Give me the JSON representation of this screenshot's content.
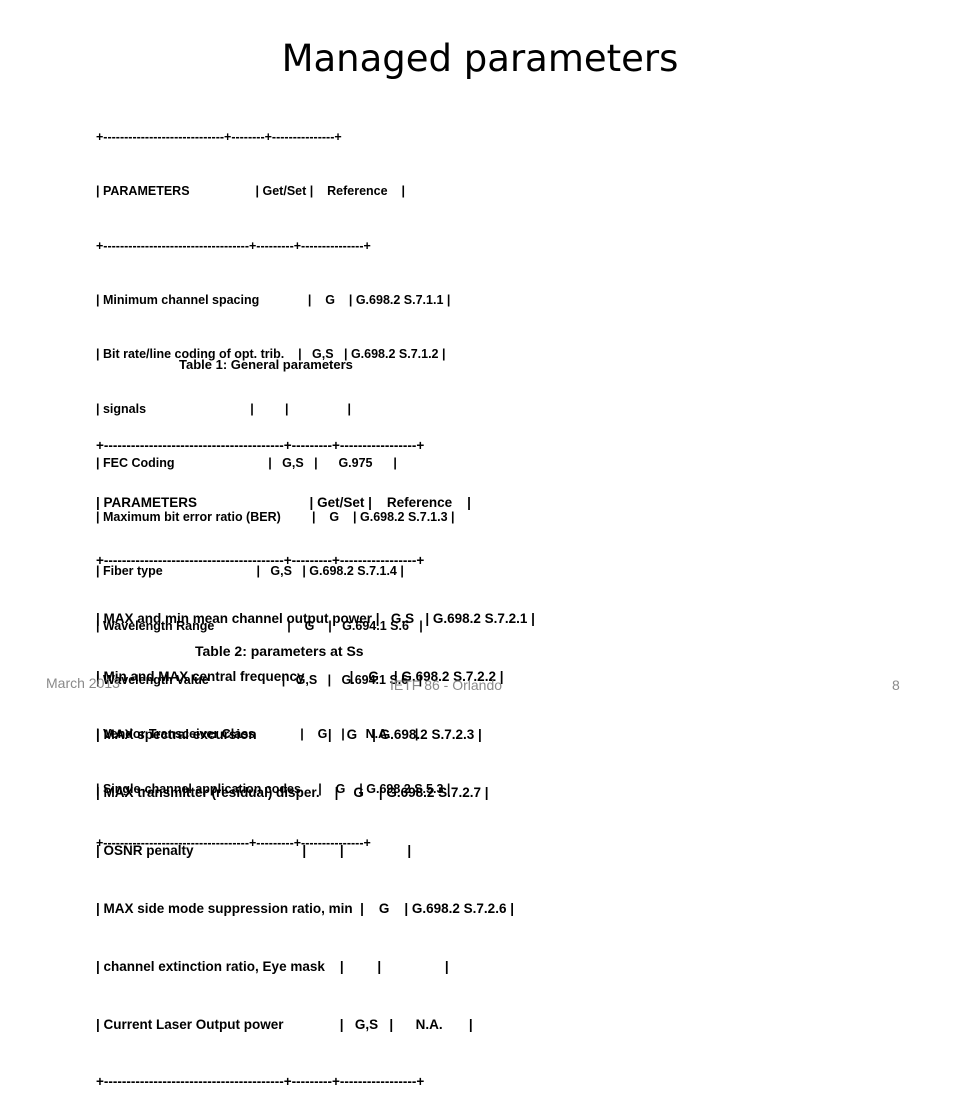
{
  "slide": {
    "title": "Managed parameters",
    "table1": {
      "lines": [
        "+-----------------------------+--------+---------------+",
        "| PARAMETERS                   | Get/Set |    Reference    |",
        "+-----------------------------------+---------+---------------+",
        "| Minimum channel spacing              |    G    | G.698.2 S.7.1.1 |",
        "| Bit rate/line coding of opt. trib.    |   G,S   | G.698.2 S.7.1.2 |",
        "| signals                              |         |                 |",
        "| FEC Coding                           |   G,S   |      G.975      |",
        "| Maximum bit error ratio (BER)         |    G    | G.698.2 S.7.1.3 |",
        "| Fiber type                           |   G,S   | G.698.2 S.7.1.4 |",
        "| Wavelength Range                     |    G    |   G.694.1 S.6   |",
        "| Wavelength Value                     |   G,S   |   G.694.1 S.6   |",
        "| Vendor Transceiver Class             |    G    |      N.A.       |",
        "| Single-channel application codes     |    G    | G.698.2 S.5.3 |",
        "+-----------------------------------+---------+---------------+"
      ],
      "caption": "Table 1: General parameters"
    },
    "table2": {
      "lines": [
        "+----------------------------------------+---------+-----------------+",
        "| PARAMETERS                              | Get/Set |    Reference    |",
        "+----------------------------------------+---------+-----------------+",
        "| MAX and min mean channel output power |   G,S   | G.698.2 S.7.2.1 |",
        "| Min and MAX central frequency            |    G    | G.698.2 S.7.2.2 |",
        "| MAX spectral excursion                   |    G    | G.698.2 S.7.2.3 |",
        "| MAX transmitter (residual) disper.    |    G    | G.698.2 S.7.2.7 |",
        "| OSNR penalty                             |         |                 |",
        "| MAX side mode suppression ratio, min  |    G    | G.698.2 S.7.2.6 |",
        "| channel extinction ratio, Eye mask    |         |                 |",
        "| Current Laser Output power               |   G,S   |      N.A.       |",
        "+----------------------------------------+---------+-----------------+"
      ],
      "caption": "Table 2: parameters at Ss"
    },
    "footer": {
      "date": "March  2013",
      "event": "IETF 86 - Orlando",
      "page": "8"
    }
  }
}
